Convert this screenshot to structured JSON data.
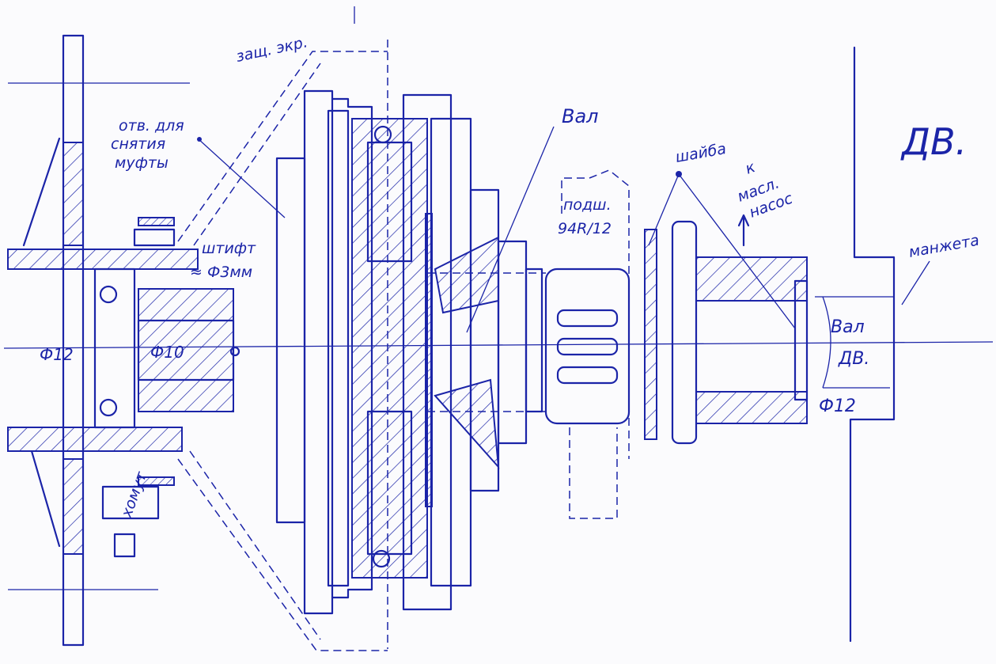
{
  "labels": {
    "shield": "защ. экр.",
    "hole_line1": "отв. для",
    "hole_line2": "снятия",
    "hole_line3": "муфты",
    "pin_line1": "штифт",
    "pin_line2": "≈ Ф3мм",
    "shaft": "Вал",
    "bearing_line1": "подш.",
    "bearing_line2": "94R/12",
    "washer": "шайба",
    "oil_line1": "к",
    "oil_line2": "масл.",
    "oil_line3": "насос",
    "motor": "ДВ.",
    "seal": "манжета",
    "motor_shaft_line1": "Вал",
    "motor_shaft_line2": "ДВ.",
    "dia_right": "Ф12",
    "dia_left": "Ф12",
    "dia_inner": "Ф10",
    "clamp": "хомут"
  },
  "colors": {
    "ink": "#1b24a8",
    "paper": "#fbfbfd"
  }
}
